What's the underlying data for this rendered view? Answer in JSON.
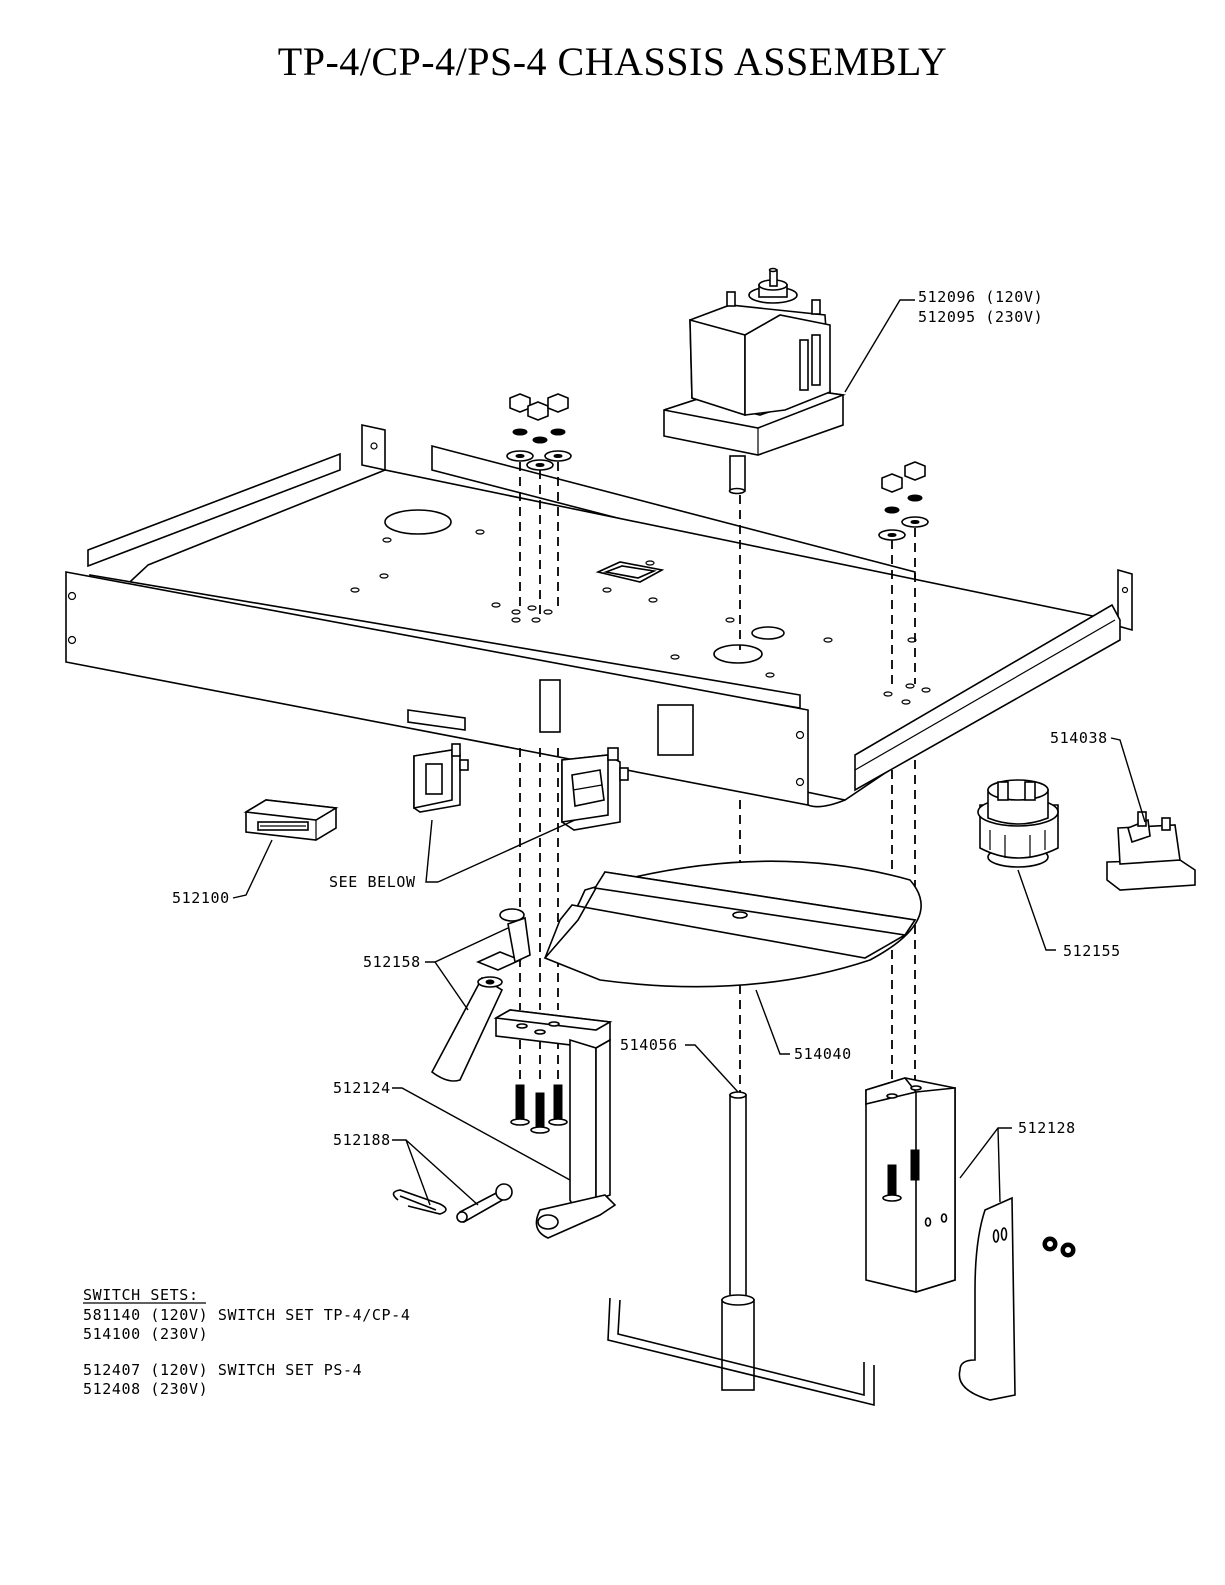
{
  "title": "TP-4/CP-4/PS-4 CHASSIS ASSEMBLY",
  "callouts": {
    "motor_120": "512096 (120V)",
    "motor_230": "512095 (230V)",
    "p514038": "514038",
    "p512100": "512100",
    "see_below": "SEE BELOW",
    "p512158": "512158",
    "p512155": "512155",
    "p514056": "514056",
    "p514040": "514040",
    "p512124": "512124",
    "p512128": "512128",
    "p512188": "512188"
  },
  "switch_sets": {
    "heading": "SWITCH SETS:",
    "lines": [
      "581140 (120V) SWITCH SET TP-4/CP-4",
      "514100 (230V)",
      "512407 (120V) SWITCH SET PS-4",
      "512408 (230V)"
    ]
  }
}
